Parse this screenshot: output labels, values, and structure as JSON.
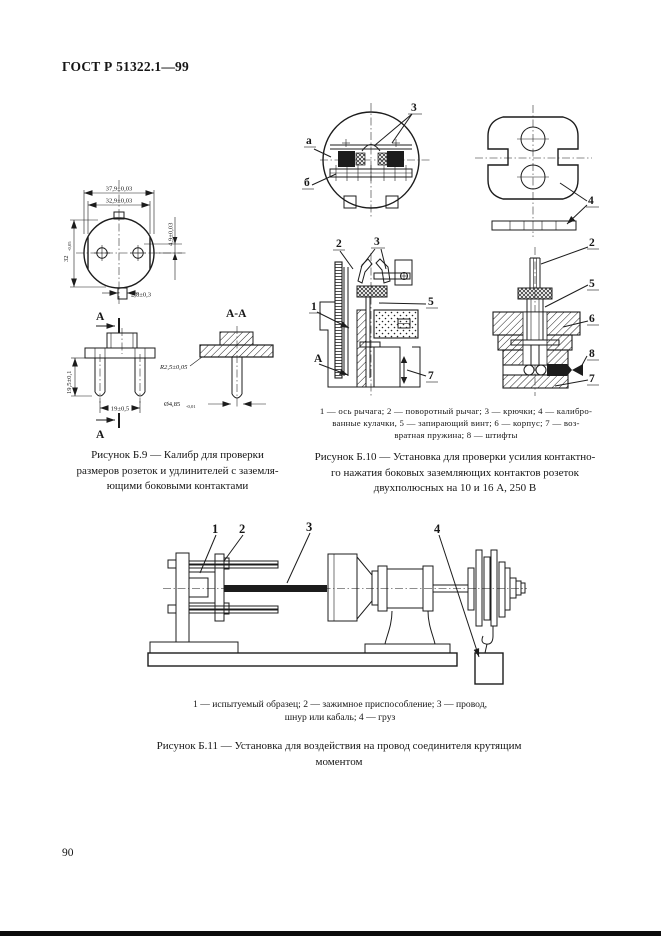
{
  "page": {
    "header": "ГОСТ Р 51322.1—99",
    "page_number": "90"
  },
  "fig_b9": {
    "dims": {
      "w_outer": "37,9±0,03",
      "w_flats": "32,9±0,03",
      "h_offset": "4,9±0,03",
      "h_body": "32",
      "h_body_tol": "-0,05",
      "tab": "2,8±0,3",
      "pin_len": "19,5±0,1",
      "pin_dist": "19±0,5",
      "radius": "R2,5±0,05",
      "pin_dia": "Ø4,85",
      "pin_dia_tol": "-0,01"
    },
    "labels": {
      "a": "А",
      "aa": "А-А"
    },
    "caption": [
      "Рисунок Б.9 — Калибр для проверки",
      "размеров розеток и удлинителей с заземля-",
      "ющими боковыми контактами"
    ]
  },
  "fig_b10": {
    "labels": {
      "n1": "1",
      "n2": "2",
      "n3": "3",
      "n4": "4",
      "n5": "5",
      "n6": "6",
      "n7": "7",
      "n8": "8",
      "la": "а",
      "lb": "б",
      "lA": "А"
    },
    "legend": [
      "1 — ось рычага; 2 — поворотный рычаг; 3 — крючки; 4 — калибро-",
      "ванные кулачки, 5 — запирающий винт; 6 — корпус; 7 — воз-",
      "вратная пружина; 8 — штифты"
    ],
    "caption": [
      "Рисунок Б.10 — Установка для проверки усилия контактно-",
      "го нажатия боковых заземляющих контактов розеток",
      "двухполюсных на 10 и 16 А, 250 В"
    ]
  },
  "fig_b11": {
    "labels": {
      "n1": "1",
      "n2": "2",
      "n3": "3",
      "n4": "4"
    },
    "legend": [
      "1 — испытуемый образец; 2 — зажимное приспособление; 3 — провод,",
      "шнур или кабаль; 4 — груз"
    ],
    "caption": [
      "Рисунок Б.11 — Установка для воздействия на провод соединителя крутящим",
      "моментом"
    ]
  }
}
